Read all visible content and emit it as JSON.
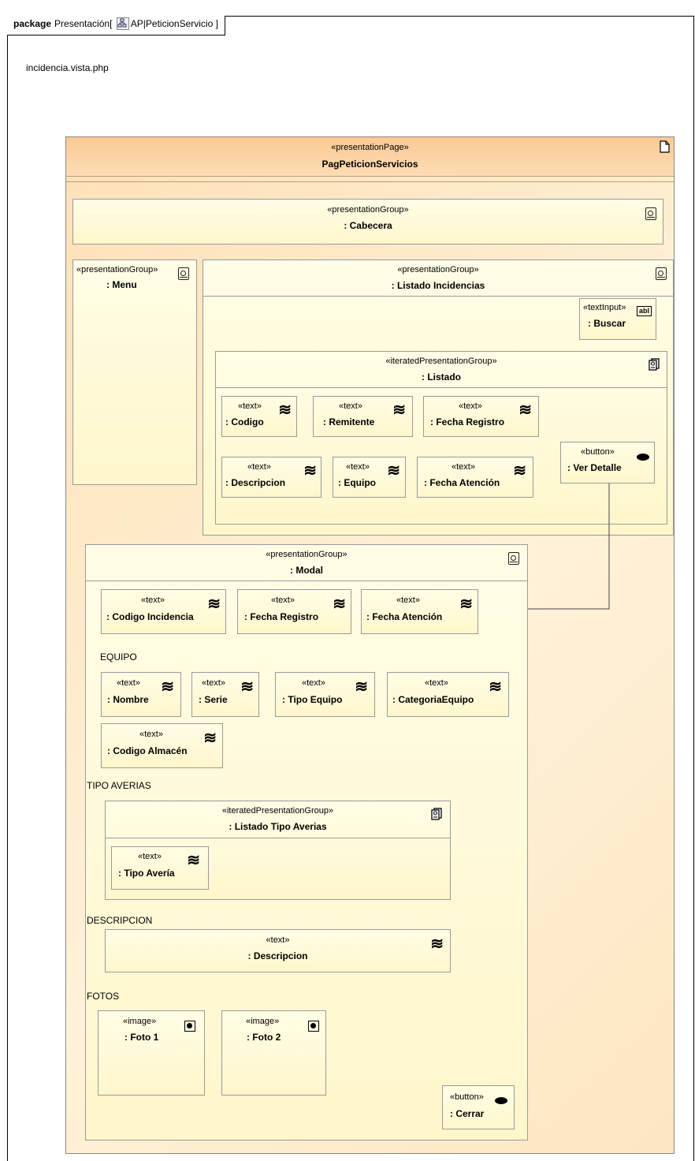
{
  "package": {
    "keyword": "package",
    "name": "Presentación",
    "ref": "AP|PeticionServicio",
    "bracket_open": "[",
    "bracket_close": "]"
  },
  "file_label": "incidencia.vista.php",
  "page": {
    "stereotype": "«presentationPage»",
    "name": "PagPeticionServicios",
    "icon": "document-icon"
  },
  "cabecera": {
    "stereotype": "«presentationGroup»",
    "name": ": Cabecera"
  },
  "menu": {
    "stereotype": "«presentationGroup»",
    "name": ": Menu"
  },
  "listado_incidencias": {
    "stereotype": "«presentationGroup»",
    "name": ": Listado Incidencias",
    "buscar": {
      "stereotype": "«textInput»",
      "name": ": Buscar",
      "icon_text": "abl"
    },
    "listado": {
      "stereotype": "«iteratedPresentationGroup»",
      "name": ": Listado",
      "items": [
        {
          "stereotype": "«text»",
          "name": ": Codigo"
        },
        {
          "stereotype": "«text»",
          "name": ": Remitente"
        },
        {
          "stereotype": "«text»",
          "name": ": Fecha Registro"
        },
        {
          "stereotype": "«text»",
          "name": ": Descripcion"
        },
        {
          "stereotype": "«text»",
          "name": ": Equipo"
        },
        {
          "stereotype": "«text»",
          "name": ": Fecha Atención"
        }
      ],
      "button": {
        "stereotype": "«button»",
        "name": ": Ver Detalle"
      }
    }
  },
  "modal": {
    "stereotype": "«presentationGroup»",
    "name": ": Modal",
    "top_items": [
      {
        "stereotype": "«text»",
        "name": ": Codigo Incidencia"
      },
      {
        "stereotype": "«text»",
        "name": ": Fecha Registro"
      },
      {
        "stereotype": "«text»",
        "name": ": Fecha Atención"
      }
    ],
    "sections": {
      "equipo": "EQUIPO",
      "tipo_averias": "TIPO AVERIAS",
      "descripcion": "DESCRIPCION",
      "fotos": "FOTOS"
    },
    "equipo_items": [
      {
        "stereotype": "«text»",
        "name": ": Nombre"
      },
      {
        "stereotype": "«text»",
        "name": ": Serie"
      },
      {
        "stereotype": "«text»",
        "name": ": Tipo Equipo"
      },
      {
        "stereotype": "«text»",
        "name": ": CategoriaEquipo"
      },
      {
        "stereotype": "«text»",
        "name": ": Codigo Almacén"
      }
    ],
    "listado_tipo": {
      "stereotype": "«iteratedPresentationGroup»",
      "name": ": Listado Tipo Averias",
      "item": {
        "stereotype": "«text»",
        "name": ": Tipo Avería"
      }
    },
    "descripcion": {
      "stereotype": "«text»",
      "name": ": Descripcion"
    },
    "fotos": [
      {
        "stereotype": "«image»",
        "name": ": Foto 1"
      },
      {
        "stereotype": "«image»",
        "name": ": Foto 2"
      }
    ],
    "cerrar": {
      "stereotype": "«button»",
      "name": ": Cerrar"
    }
  }
}
